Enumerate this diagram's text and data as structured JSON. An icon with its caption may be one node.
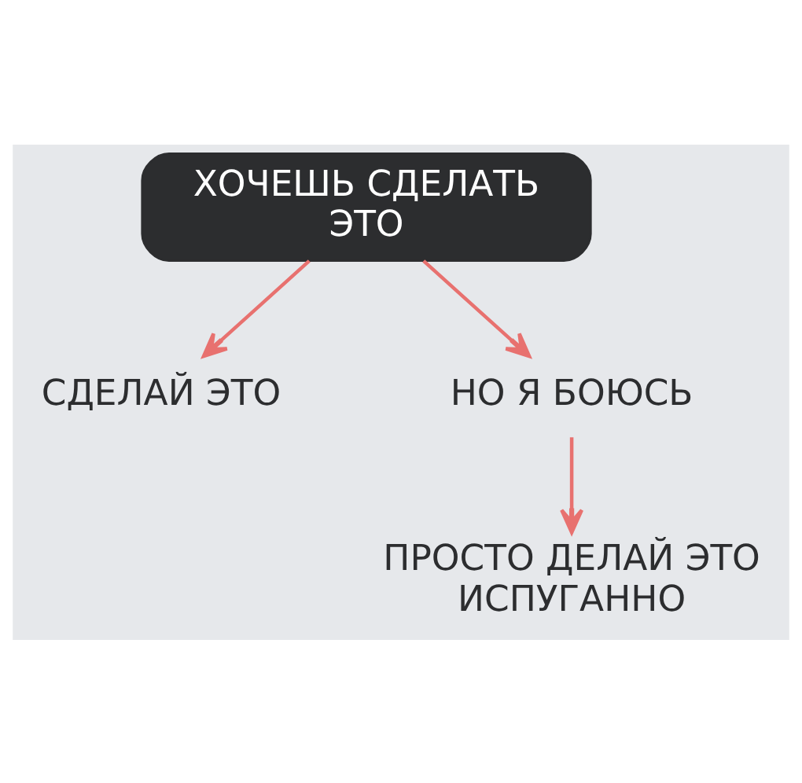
{
  "diagram": {
    "nodes": [
      {
        "text": [
          "ХОЧЕШЬ СДЕЛАТЬ ЭТО"
        ]
      },
      {
        "text": [
          "СДЕЛАЙ ЭТО"
        ]
      },
      {
        "text": [
          "НО Я БОЮСЬ"
        ]
      },
      {
        "text": [
          "ПРОСТО ДЕЛАЙ ЭТО ИСПУГАННО"
        ]
      }
    ],
    "edges": [
      {
        "from": 0,
        "to": 1,
        "arrow": "to"
      },
      {
        "from": 0,
        "to": 2,
        "arrow": "to"
      },
      {
        "from": 2,
        "to": 3,
        "arrow": "to"
      }
    ]
  }
}
